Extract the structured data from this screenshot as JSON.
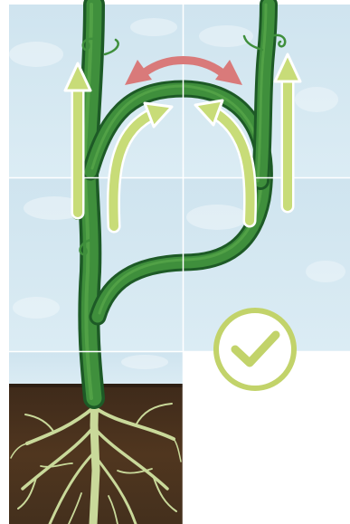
{
  "puzzle": {
    "grid": {
      "cols": 2,
      "rows": 3,
      "empty_tile": {
        "col": 2,
        "row": 3
      }
    },
    "tiles": [
      {
        "id": "tile-1-1",
        "content": "sky-vine-top-left"
      },
      {
        "id": "tile-1-2",
        "content": "sky-vine-top-right"
      },
      {
        "id": "tile-2-1",
        "content": "sky-vine-middle-left"
      },
      {
        "id": "tile-2-2",
        "content": "sky-vine-middle-right"
      },
      {
        "id": "tile-3-1",
        "content": "soil-roots"
      }
    ],
    "status": {
      "solved": true,
      "icon": "checkmark-icon"
    }
  },
  "colors": {
    "sky": "#d6e8f1",
    "sky_cloud": "#eef6fa",
    "stem": "#2f7a35",
    "stem_highlight": "#5aa84a",
    "stem_dark": "#1d5a26",
    "soil": "#4a3220",
    "soil_dark": "#3a2618",
    "roots": "#c9d99a",
    "arrow_green": "#c8dc78",
    "arrow_outline": "#ffffff",
    "arrow_red": "#d97a7a",
    "check": "#c2d36a",
    "grid_line": "#ffffff"
  },
  "icons": [
    "up-arrow-icon",
    "curved-arrow-icon",
    "double-arrow-icon",
    "checkmark-icon"
  ]
}
